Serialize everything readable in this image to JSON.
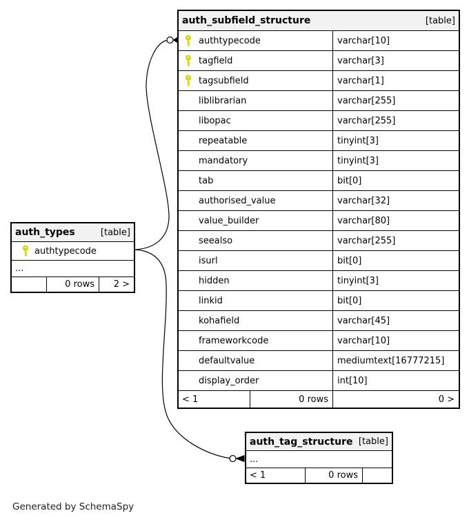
{
  "diagram": {
    "footer_note": "Generated by SchemaSpy"
  },
  "colors": {
    "key_icon": "#d6d600",
    "header_background": "#f2f2f2",
    "border": "#000000",
    "background": "#ffffff"
  },
  "main_table": {
    "name": "auth_subfield_structure",
    "type_label": "[table]",
    "columns": [
      {
        "name": "authtypecode",
        "type": "varchar[10]",
        "key": true
      },
      {
        "name": "tagfield",
        "type": "varchar[3]",
        "key": true
      },
      {
        "name": "tagsubfield",
        "type": "varchar[1]",
        "key": true
      },
      {
        "name": "liblibrarian",
        "type": "varchar[255]",
        "key": false
      },
      {
        "name": "libopac",
        "type": "varchar[255]",
        "key": false
      },
      {
        "name": "repeatable",
        "type": "tinyint[3]",
        "key": false
      },
      {
        "name": "mandatory",
        "type": "tinyint[3]",
        "key": false
      },
      {
        "name": "tab",
        "type": "bit[0]",
        "key": false
      },
      {
        "name": "authorised_value",
        "type": "varchar[32]",
        "key": false
      },
      {
        "name": "value_builder",
        "type": "varchar[80]",
        "key": false
      },
      {
        "name": "seealso",
        "type": "varchar[255]",
        "key": false
      },
      {
        "name": "isurl",
        "type": "bit[0]",
        "key": false
      },
      {
        "name": "hidden",
        "type": "tinyint[3]",
        "key": false
      },
      {
        "name": "linkid",
        "type": "bit[0]",
        "key": false
      },
      {
        "name": "kohafield",
        "type": "varchar[45]",
        "key": false
      },
      {
        "name": "frameworkcode",
        "type": "varchar[10]",
        "key": false
      },
      {
        "name": "defaultvalue",
        "type": "mediumtext[16777215]",
        "key": false
      },
      {
        "name": "display_order",
        "type": "int[10]",
        "key": false
      }
    ],
    "footer": {
      "left": "< 1",
      "center": "0 rows",
      "right": "0 >"
    }
  },
  "types_table": {
    "name": "auth_types",
    "type_label": "[table]",
    "columns": [
      {
        "name": "authtypecode",
        "key": true
      }
    ],
    "ellipsis": "...",
    "footer": {
      "left": "",
      "center": "0 rows",
      "right": "2 >"
    }
  },
  "tag_table": {
    "name": "auth_tag_structure",
    "type_label": "[table]",
    "ellipsis": "...",
    "footer": {
      "left": "< 1",
      "center": "0 rows",
      "right": ""
    }
  }
}
